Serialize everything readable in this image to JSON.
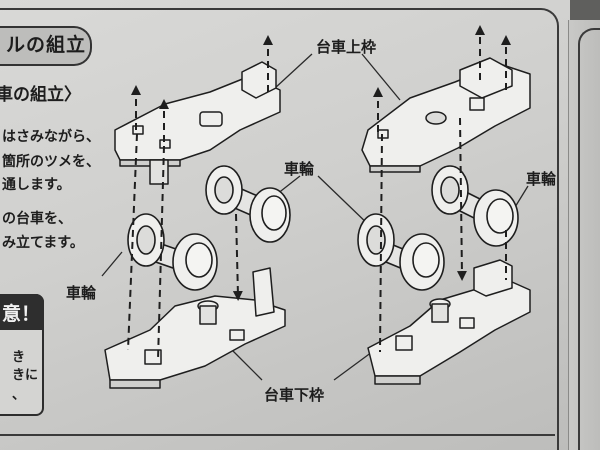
{
  "section_title": "ルの組立",
  "subheading": "車の組立〉",
  "instructions": [
    "はさみながら、",
    "箇所のツメを、",
    "通します。",
    "の台車を、",
    "み立てます。"
  ],
  "notice": {
    "title": "意！",
    "lines": [
      "き",
      "きに",
      "、"
    ]
  },
  "callouts": {
    "upper_frame": "台車上枠",
    "lower_frame": "台車下枠",
    "wheel_center": "車輪",
    "wheel_left": "車輪",
    "wheel_right": "車輪"
  }
}
